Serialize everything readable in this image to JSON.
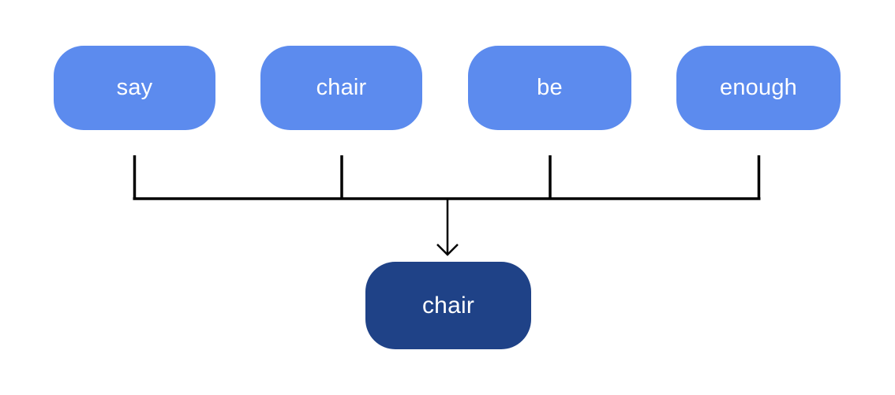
{
  "diagram": {
    "source_words": [
      {
        "label": "say"
      },
      {
        "label": "chair"
      },
      {
        "label": "be"
      },
      {
        "label": "enough"
      }
    ],
    "target_word": {
      "label": "chair"
    },
    "colors": {
      "source_box": "#5c8bee",
      "target_box": "#1f4287",
      "connector": "#000000",
      "text": "#ffffff",
      "background": "#ffffff"
    }
  }
}
